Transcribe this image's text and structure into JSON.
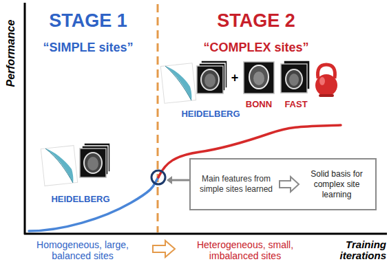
{
  "diagram": {
    "nodes": [
      {
        "text": [
          "Main features from simple sites learned",
          "Solid basis for complex site learning"
        ]
      }
    ],
    "labels": [
      "Performance",
      "STAGE 1",
      "“SIMPLE sites”",
      "STAGE 2",
      "“COMPLEX sites”",
      "HEIDELBERG",
      "+",
      "BONN",
      "FAST",
      "HEIDELBERG",
      "Homogeneous, large, balanced sites",
      "Heterogeneous, small, imbalanced sites",
      "Training iterations"
    ]
  }
}
